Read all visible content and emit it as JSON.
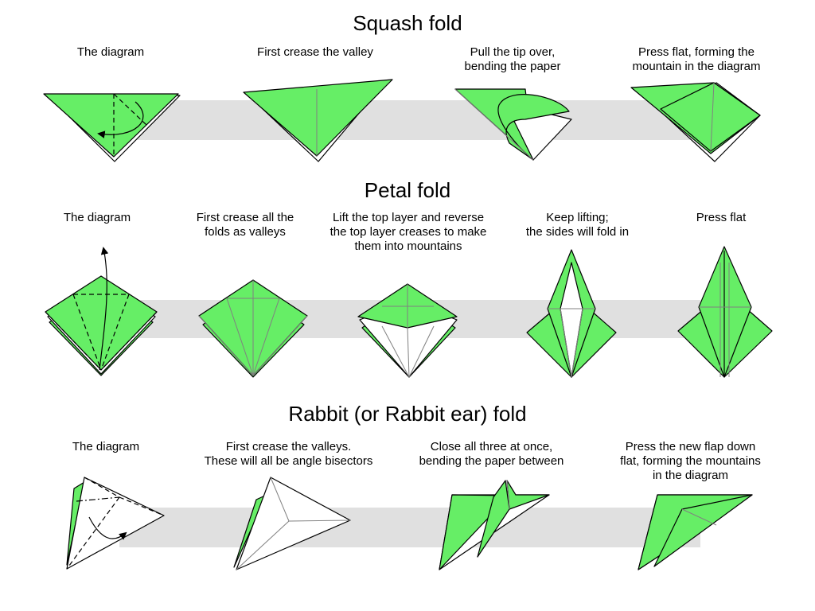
{
  "sections": [
    {
      "title": "Squash fold",
      "steps": [
        {
          "caption": "The diagram"
        },
        {
          "caption": "First crease the valley"
        },
        {
          "caption": "Pull the tip over,\nbending the paper"
        },
        {
          "caption": "Press flat, forming the\nmountain in the diagram"
        }
      ]
    },
    {
      "title": "Petal fold",
      "steps": [
        {
          "caption": "The diagram"
        },
        {
          "caption": "First crease all the\nfolds as valleys"
        },
        {
          "caption": "Lift the top layer and reverse\nthe top layer creases to make\nthem into mountains"
        },
        {
          "caption": "Keep lifting;\nthe sides will fold in"
        },
        {
          "caption": "Press flat"
        }
      ]
    },
    {
      "title": "Rabbit (or Rabbit ear) fold",
      "steps": [
        {
          "caption": "The diagram"
        },
        {
          "caption": "First crease the valleys.\nThese will all be angle bisectors"
        },
        {
          "caption": "Close all three at once,\nbending the paper between"
        },
        {
          "caption": "Press the new flap down\nflat, forming the mountains\nin the diagram"
        }
      ]
    }
  ],
  "colors": {
    "paper": "#66ee66",
    "band": "#e0e0e0",
    "crease": "#808080"
  }
}
